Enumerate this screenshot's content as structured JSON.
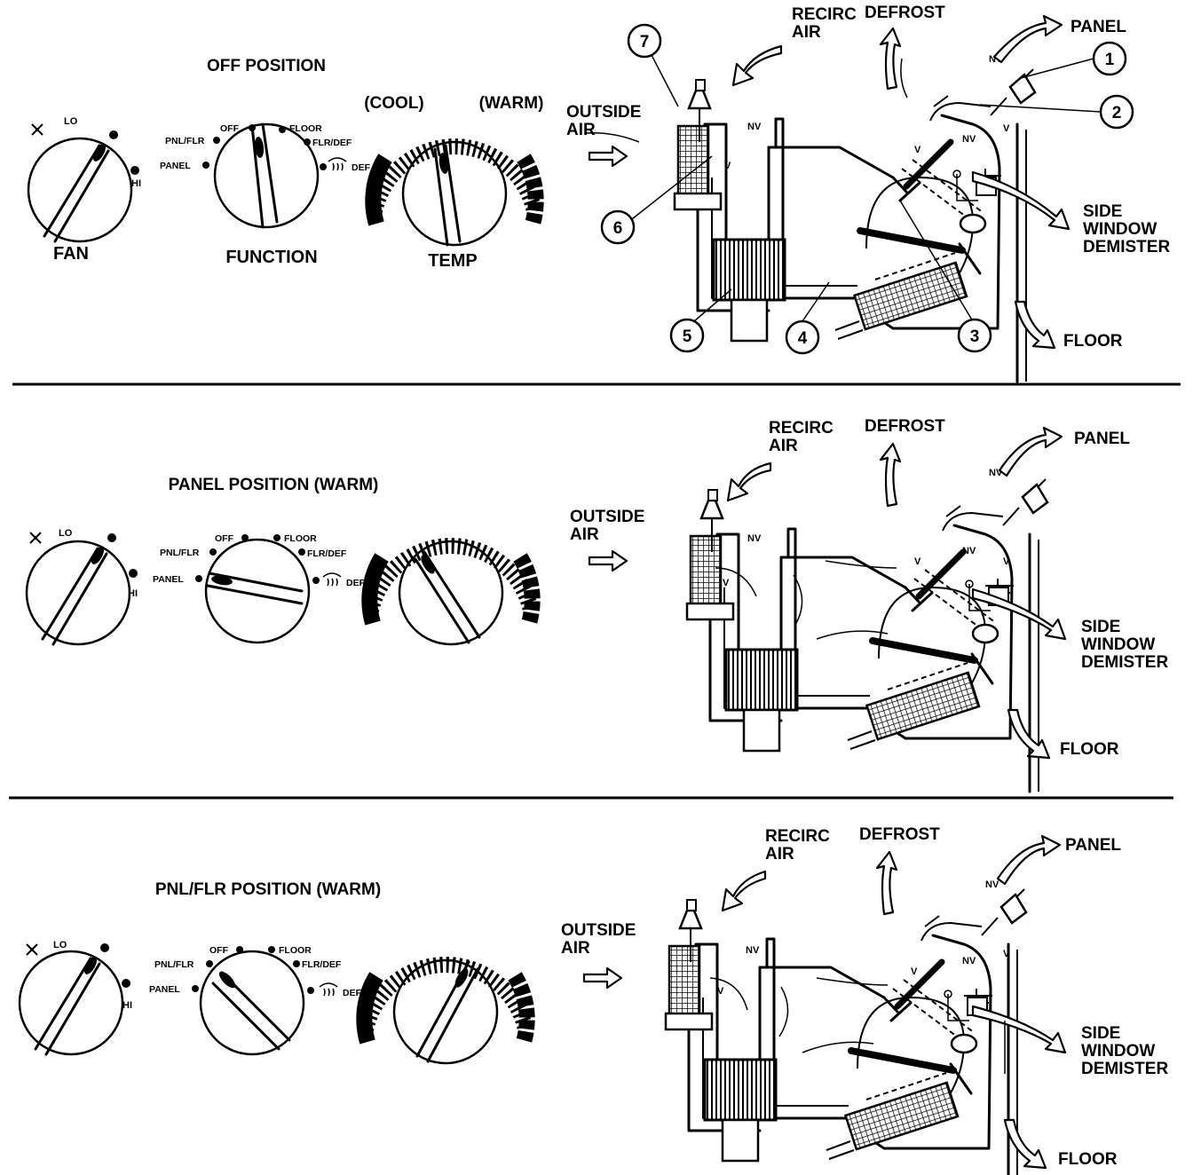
{
  "panels": [
    {
      "title": "OFF POSITION",
      "fan_label": "FAN",
      "function_label": "FUNCTION",
      "temp_label": "TEMP",
      "temp_cool": "(COOL)",
      "temp_warm": "(WARM)"
    },
    {
      "title": "PANEL POSITION (WARM)"
    },
    {
      "title": "PNL/FLR POSITION (WARM)"
    }
  ],
  "fan_knob": {
    "lo": "LO",
    "hi": "HI"
  },
  "function_knob": {
    "off": "OFF",
    "floor": "FLOOR",
    "pnl_flr": "PNL/FLR",
    "flr_def": "FLR/DEF",
    "panel": "PANEL",
    "def": "DEF"
  },
  "diagram_labels": {
    "recirc": "RECIRC",
    "air": "AIR",
    "outside": "OUTSIDE",
    "defrost": "DEFROST",
    "panel": "PANEL",
    "side": "SIDE",
    "window": "WINDOW",
    "demister": "DEMISTER",
    "floor": "FLOOR",
    "nv": "NV",
    "v": "V"
  },
  "callouts": [
    "1",
    "2",
    "3",
    "4",
    "5",
    "6",
    "7"
  ],
  "icons": {
    "fan": "fan-icon",
    "defrost": "defrost-icon"
  }
}
